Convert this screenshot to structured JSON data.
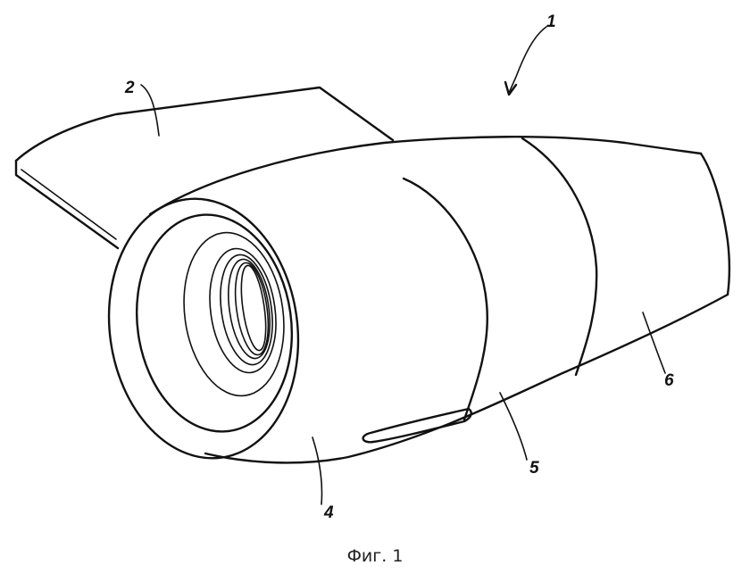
{
  "figure": {
    "caption": "Фиг. 1",
    "reference_labels": {
      "assembly": "1",
      "pylon": "2",
      "inlet_cowl": "4",
      "fan_cowl": "5",
      "rear_section": "6"
    }
  }
}
